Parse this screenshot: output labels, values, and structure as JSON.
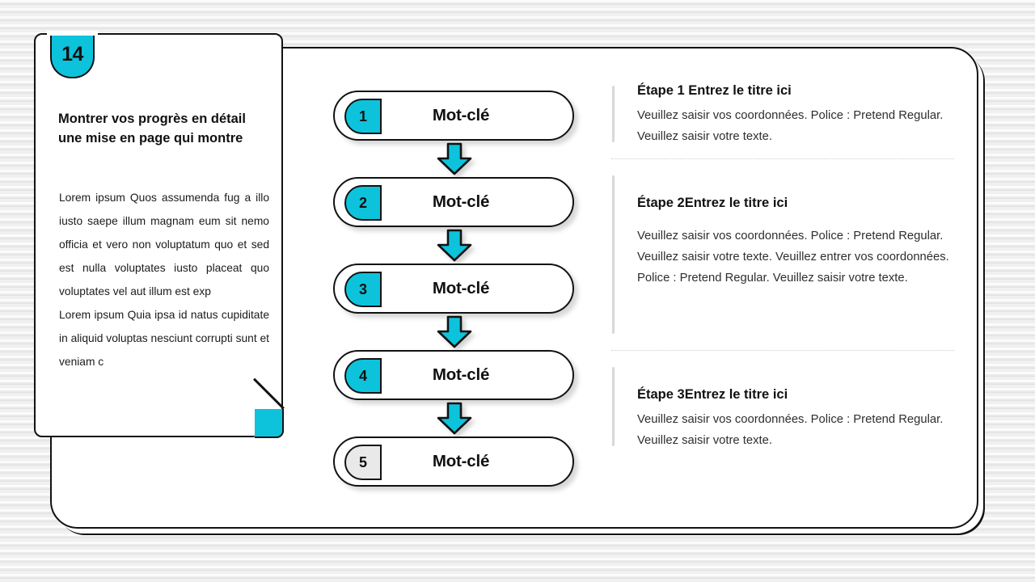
{
  "slide": {
    "number_badge": "14",
    "accent_color": "#0dc3dc",
    "muted_color": "#e9e9e9",
    "outline_color": "#121212"
  },
  "left_card": {
    "title": "Montrer vos progrès en détail une mise en page qui montre",
    "paragraphs": [
      "Lorem ipsum Quos assumenda fug a illo iusto saepe illum magnam eum sit nemo officia et vero non voluptatum quo et sed est nulla voluptates iusto placeat quo voluptates vel aut illum est exp",
      "Lorem ipsum Quia ipsa id natus cupiditate in aliquid voluptas nesciunt corrupti sunt et veniam c"
    ]
  },
  "flow": {
    "steps": [
      {
        "number": "1",
        "label": "Mot-clé",
        "badge_style": "accent"
      },
      {
        "number": "2",
        "label": "Mot-clé",
        "badge_style": "accent"
      },
      {
        "number": "3",
        "label": "Mot-clé",
        "badge_style": "accent"
      },
      {
        "number": "4",
        "label": "Mot-clé",
        "badge_style": "accent"
      },
      {
        "number": "5",
        "label": "Mot-clé",
        "badge_style": "muted"
      }
    ],
    "connector_icon": "down-arrow-icon"
  },
  "details": {
    "blocks": [
      {
        "step_word": "Étape 1",
        "title": " Entrez le titre ici",
        "body": "Veuillez saisir vos coordonnées. Police : Pretend Regular. Veuillez saisir votre texte."
      },
      {
        "step_word": "Étape 2",
        "title": "Entrez le titre ici",
        "body": "Veuillez saisir vos coordonnées. Police : Pretend Regular. Veuillez saisir votre texte. Veuillez entrer vos coordonnées. Police : Pretend Regular. Veuillez saisir votre texte."
      },
      {
        "step_word": "Étape 3",
        "title": "Entrez le titre ici",
        "body": "Veuillez saisir vos coordonnées. Police : Pretend Regular. Veuillez saisir votre texte."
      }
    ]
  }
}
